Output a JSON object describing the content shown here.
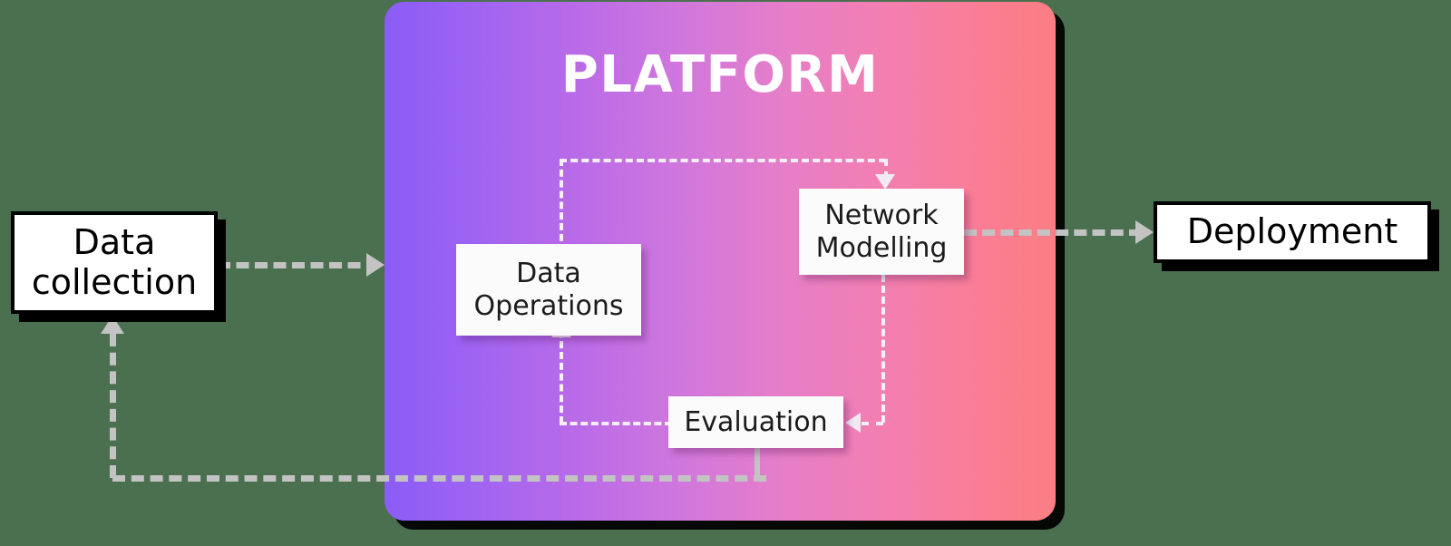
{
  "diagram": {
    "title": "Platform ML workflow diagram",
    "background_color": "#4a7050"
  },
  "platform": {
    "label": "PLATFORM",
    "gradient_start": "#8b5cf6",
    "gradient_mid": "#dd77dd",
    "gradient_end": "#fb7e83",
    "shadow_color": "#000000"
  },
  "outer_boxes": [
    {
      "id": "data-collection",
      "label": "Data\ncollection",
      "line1": "Data",
      "line2": "collection"
    },
    {
      "id": "deployment",
      "label": "Deployment"
    }
  ],
  "inner_boxes": [
    {
      "id": "data-operations",
      "line1": "Data",
      "line2": "Operations"
    },
    {
      "id": "network-modelling",
      "line1": "Network",
      "line2": "Modelling"
    },
    {
      "id": "evaluation",
      "line1": "Evaluation"
    }
  ],
  "connectors": [
    {
      "id": "data-collection-to-platform",
      "style": "dashed",
      "color": "#c3c3c3",
      "arrow": "right"
    },
    {
      "id": "loop-top-to-network-modelling",
      "style": "dashed",
      "color": "#f4eef7",
      "arrow": "down"
    },
    {
      "id": "network-modelling-to-deployment",
      "style": "dashed",
      "color": "#c3c3c3",
      "arrow": "right"
    },
    {
      "id": "network-modelling-to-evaluation",
      "style": "dashed",
      "color": "#f4eef7",
      "arrow": "left"
    },
    {
      "id": "evaluation-to-data-operations",
      "style": "dashed",
      "color": "#f4eef7",
      "arrow": "up"
    },
    {
      "id": "evaluation-to-data-collection-feedback",
      "style": "dashed",
      "color": "#c3c3c3",
      "arrow": "up"
    }
  ]
}
